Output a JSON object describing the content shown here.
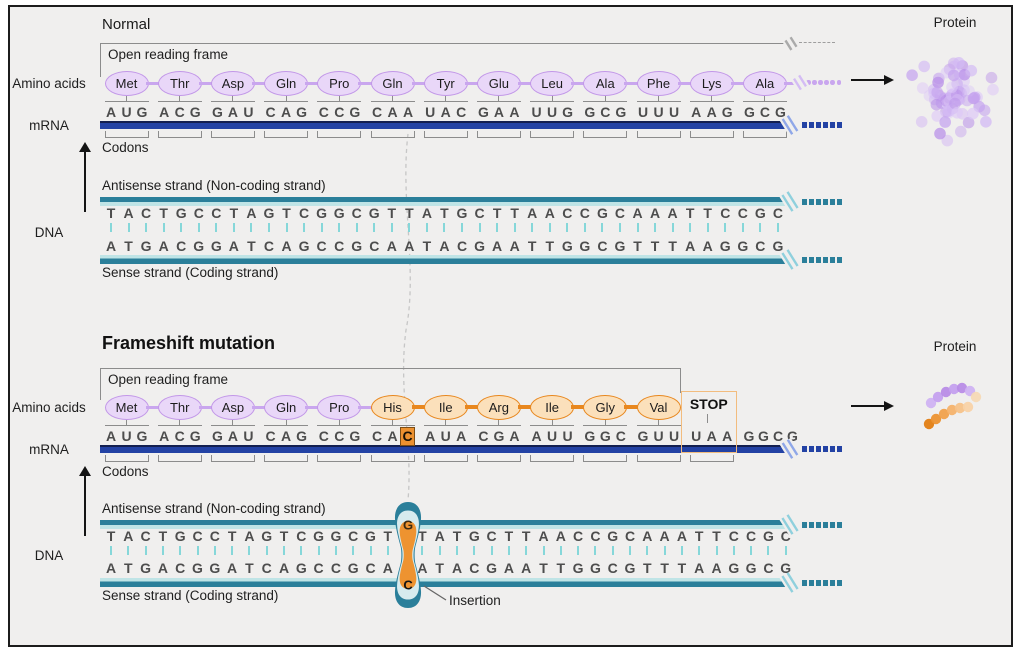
{
  "colors": {
    "background": "#f0efee",
    "purple_fill": "#e9d7f8",
    "purple_border": "#c297e8",
    "purple_link": "#c9a6ee",
    "orange_fill": "#fbe0bb",
    "orange_border": "#e8871e",
    "mrna_navy": "#2342a4",
    "mrna_break_tint": "#8fa7e8",
    "dna_teal_dark": "#2b7f9a",
    "dna_teal_light": "#bfe4e6",
    "dna_break_tint": "#8fd0dd",
    "pair_tick": "#86d7d9",
    "letter_gray": "#4d4d4d",
    "insertion_orange": "#ee9330",
    "stop_box_border": "#f2bc7e",
    "inserted_base_bg": "#ec9130",
    "inserted_base_border": "#7d4d15",
    "line_gray": "#8c8c8c"
  },
  "normal": {
    "title": "Normal",
    "orf_label": "Open reading frame",
    "amino_acids_label": "Amino acids",
    "mrna_label": "mRNA",
    "codons_label": "Codons",
    "dna_label": "DNA",
    "antisense_label": "Antisense strand (Non-coding strand)",
    "sense_label": "Sense strand (Coding strand)",
    "protein_label": "Protein",
    "amino_acids": [
      "Met",
      "Thr",
      "Asp",
      "Gln",
      "Pro",
      "Gln",
      "Tyr",
      "Glu",
      "Leu",
      "Ala",
      "Phe",
      "Lys",
      "Ala"
    ],
    "mrna": "AUGACGGAUCAGCCGCAAUACGAAUUGGCGUUUAAGGCG",
    "antisense": "TACTGCCTAGTCGGCGTTATGCTTAACCGCAAATTCCGC",
    "sense": "ATGACGGATCAGCCGCAATACGAATTGGCGTTTAAGGCG"
  },
  "frameshift": {
    "title": "Frameshift mutation",
    "orf_label": "Open reading frame",
    "amino_acids_label": "Amino acids",
    "mrna_label": "mRNA",
    "codons_label": "Codons",
    "dna_label": "DNA",
    "antisense_label": "Antisense strand (Non-coding strand)",
    "sense_label": "Sense strand (Coding strand)",
    "protein_label": "Protein",
    "amino_acids_unchanged": [
      "Met",
      "Thr",
      "Asp",
      "Gln",
      "Pro"
    ],
    "amino_acids_shifted": [
      "His",
      "Ile",
      "Arg",
      "Ile",
      "Gly",
      "Val"
    ],
    "stop_label": "STOP",
    "mrna": "AUGACGGAUCAGCCGCACAUACGAAUUGGCGUUUAAGGCG",
    "inserted_mrna_index": 17,
    "antisense_before_insertion": "TACTGCCTAGTCGGCGT",
    "antisense_after_insertion": "TATGCTTAACCGCAAATTCCGC",
    "sense_before_insertion": "ATGACGGATCAGCCGCA",
    "sense_after_insertion": "ATACGAATTGGCGTTTAAGGCG",
    "insertion_top_base": "G",
    "insertion_bottom_base": "C",
    "insertion_label": "Insertion"
  }
}
